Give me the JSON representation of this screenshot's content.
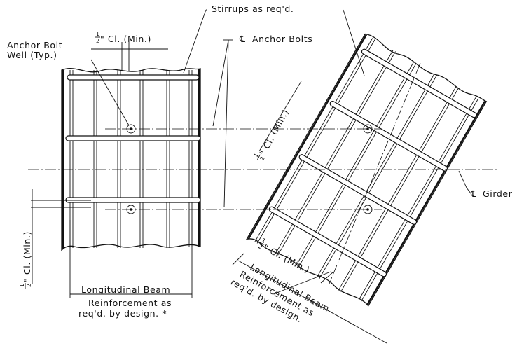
{
  "labels": {
    "stirrups": "Stirrups as req'd.",
    "cl_anchor_bolts": "Anchor Bolts",
    "anchor_bolt": "Anchor Bolt",
    "well_typ": "Well (Typ.)",
    "half": "1",
    "half_den": "2",
    "clear_min_top": "\" Cl. (Min.)",
    "clear_min_left": "\" Cl. (Min.)",
    "clear_min_right_top": "\" Cl. (Min.)",
    "clear_min_right_bottom": "\" Cl. (Min.)",
    "cl_girder": "Girder",
    "longitudinal_beam": "Longitudinal Beam",
    "reinf_left_1": "Reinforcement as",
    "reinf_left_2": "req'd. by design. *",
    "longitudinal_beam_right": "Longitudinal Beam",
    "reinf_right_1": "Reinforcement as",
    "reinf_right_2": "req'd. by design."
  },
  "symbols": {
    "centerline": "℄"
  }
}
